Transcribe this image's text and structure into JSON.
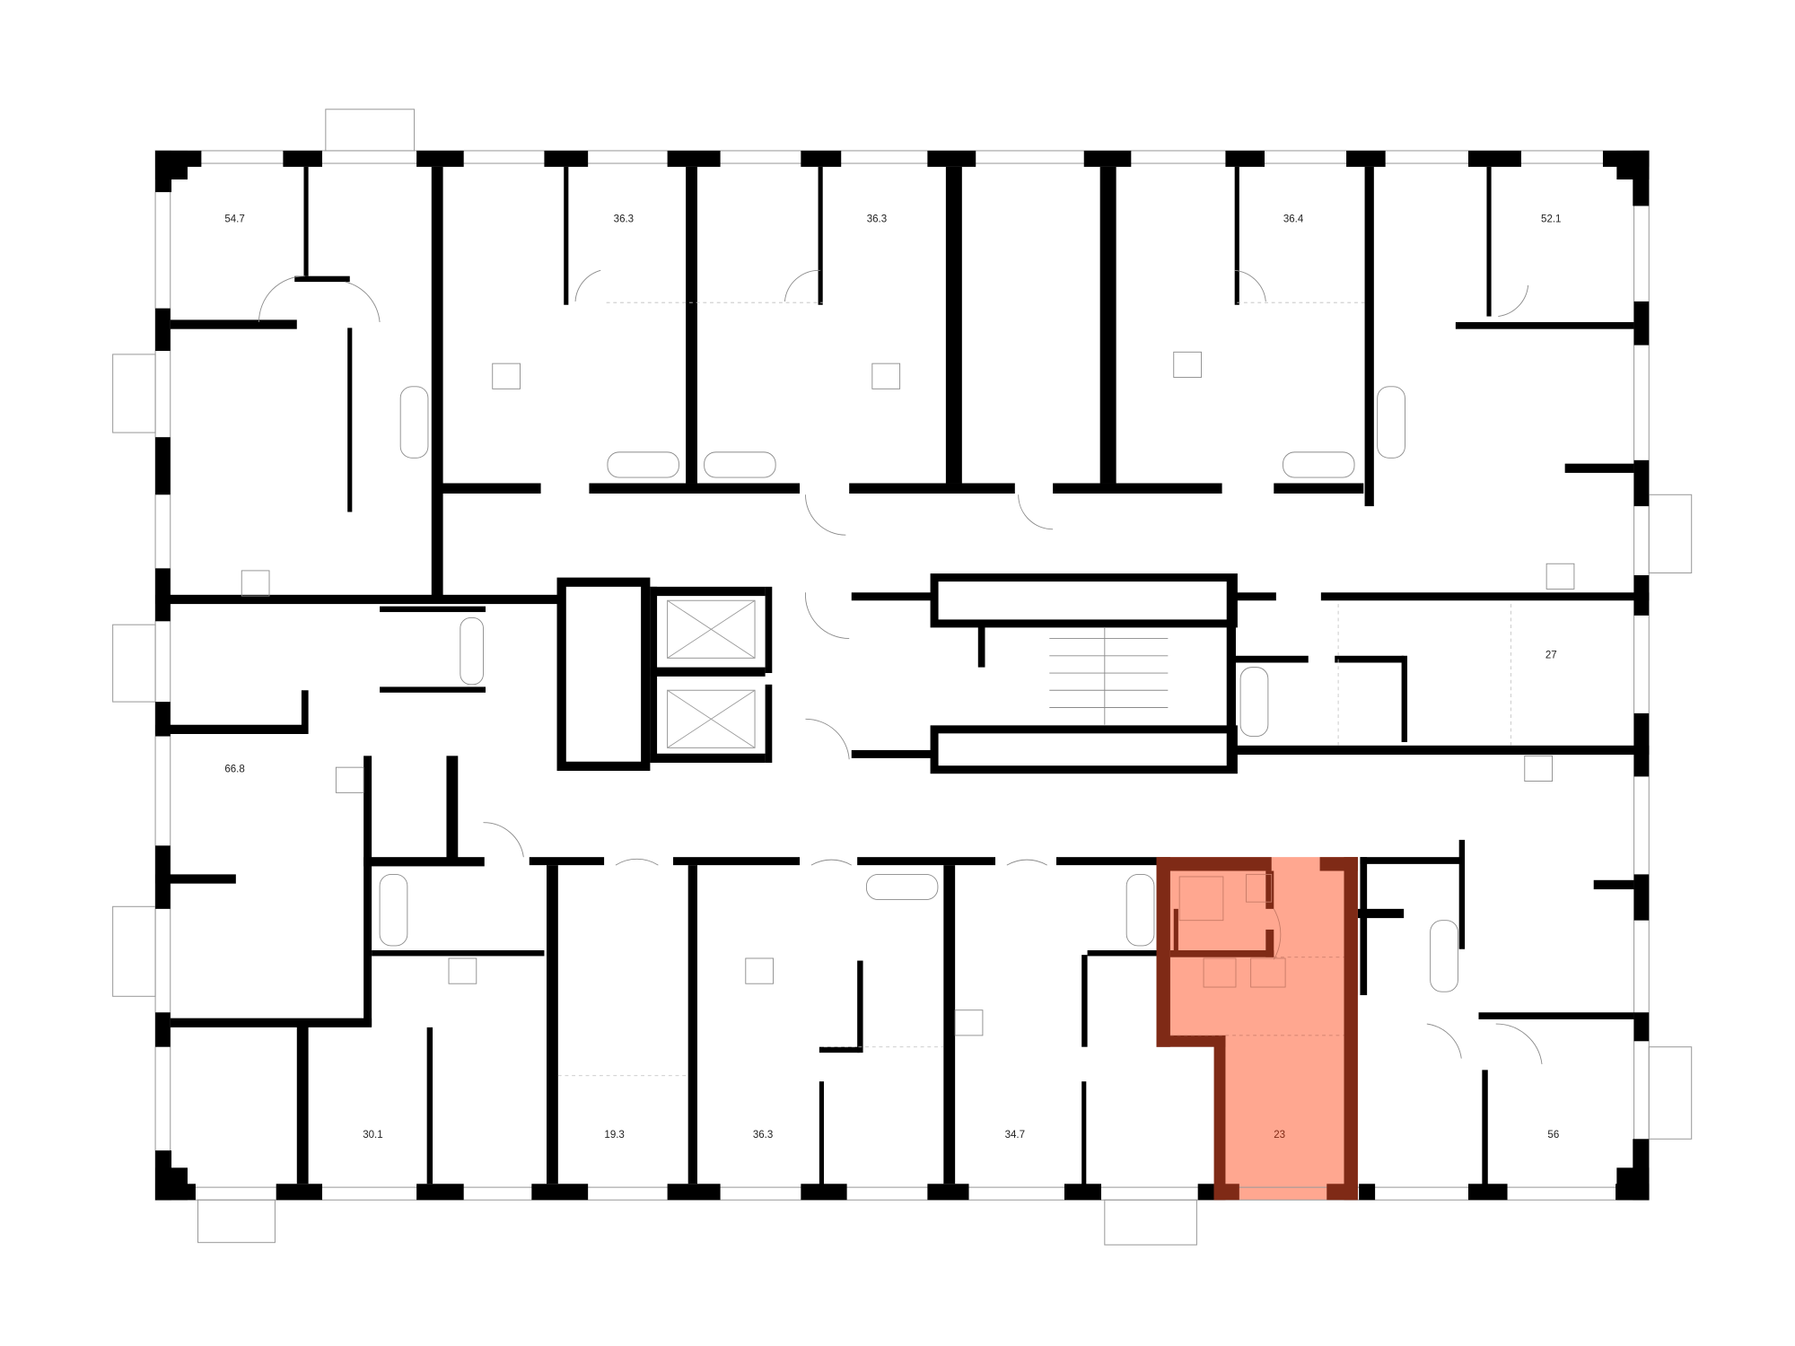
{
  "plan": {
    "highlight_fill": "#ffa790",
    "highlight_wall": "#7f2a16",
    "wall_color": "#000000",
    "selected_apartment": "23",
    "apartments": [
      {
        "area": "54.7"
      },
      {
        "area": "36.3"
      },
      {
        "area": "36.3"
      },
      {
        "area": "36.4"
      },
      {
        "area": "52.1"
      },
      {
        "area": "27"
      },
      {
        "area": "66.8"
      },
      {
        "area": "30.1"
      },
      {
        "area": "19.3"
      },
      {
        "area": "36.3"
      },
      {
        "area": "34.7"
      },
      {
        "area": "23"
      },
      {
        "area": "56"
      }
    ]
  }
}
